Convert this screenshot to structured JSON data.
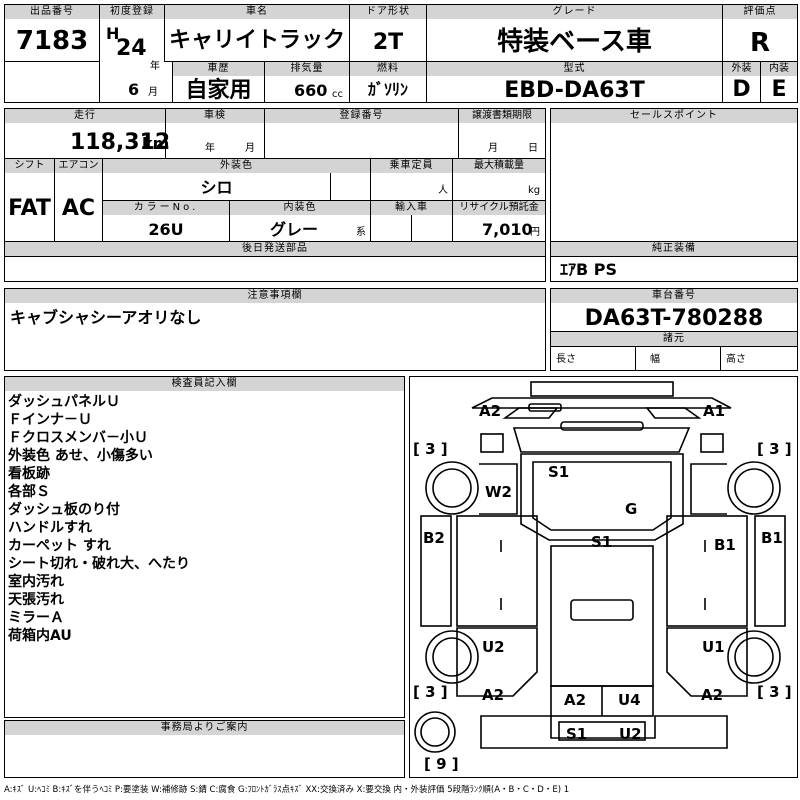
{
  "header": {
    "lot_label": "出品番号",
    "lot_no": "7183",
    "first_reg_label": "初度登録",
    "era": "H",
    "year": "24",
    "year_unit": "年",
    "month": "6",
    "month_unit": "月",
    "car_name_label": "車名",
    "car_name": "キャリイトラック",
    "door_label": "ドア形状",
    "door": "2T",
    "grade_label": "グレード",
    "grade": "特装ベース車",
    "score_label": "評価点",
    "score": "R",
    "history_label": "車歴",
    "history": "自家用",
    "displacement_label": "排気量",
    "displacement": "660",
    "displacement_unit": "cc",
    "fuel_label": "燃料",
    "fuel": "ｶﾞｿﾘﾝ",
    "model_label": "型式",
    "model": "EBD-DA63T",
    "exterior_label": "外装",
    "exterior": "D",
    "interior_label": "内装",
    "interior": "E"
  },
  "specs": {
    "mileage_label": "走行",
    "mileage": "118,312",
    "mileage_unit": "km",
    "inspection_label": "車検",
    "year_unit": "年",
    "month_unit": "月",
    "day_unit": "日",
    "reg_no_label": "登録番号",
    "transfer_label": "譲渡書類期限",
    "shift_label": "シフト",
    "shift": "FAT",
    "ac_label": "エアコン",
    "ac": "AC",
    "ext_color_label": "外装色",
    "ext_color": "シロ",
    "capacity_label": "乗車定員",
    "capacity_unit": "人",
    "max_load_label": "最大積載量",
    "max_load_unit": "kg",
    "color_no_label": "カラーNo.",
    "color_no": "26U",
    "int_color_label": "内装色",
    "int_color": "グレー",
    "int_color_unit": "系",
    "import_label": "輸入車",
    "recycle_label": "リサイクル預託金",
    "recycle": "7,010",
    "recycle_unit": "円",
    "later_parts_label": "後日発送部品"
  },
  "sales_point_label": "セールスポイント",
  "equipment_label": "純正装備",
  "equipment": "ｴｱB PS",
  "caution_label": "注意事項欄",
  "caution": "キャブシャシーアオリなし",
  "chassis_label": "車台番号",
  "chassis": "DA63T-780288",
  "dims_label": "諸元",
  "length_label": "長さ",
  "width_label": "幅",
  "height_label": "高さ",
  "inspector_label": "検査員記入欄",
  "inspector_notes": [
    "ダッシュパネルＵ",
    "Ｆインナ－Ｕ",
    "Ｆクロスメンバ－小Ｕ",
    "外装色 あせ、小傷多い",
    "看板跡",
    "各部Ｓ",
    "ダッシュ板のり付",
    "ハンドルすれ",
    "カーペット すれ",
    "シート切れ・破れ大、へたり",
    "室内汚れ",
    "天張汚れ",
    "ミラーＡ",
    "荷箱内AU"
  ],
  "office_label": "事務局よりご案内",
  "diagram": {
    "marks": {
      "a2_tl": "A2",
      "a1_tr": "A1",
      "s1_cab": "S1",
      "w2": "W2",
      "g": "G",
      "b2": "B2",
      "s1_mid": "S1",
      "b1": "B1",
      "b1_r": "B1",
      "u2_l": "U2",
      "u1_r": "U1",
      "a2_bl": "A2",
      "a2_br": "A2",
      "a2_bc": "A2",
      "u4": "U4",
      "s1_bot": "S1",
      "u2_bot": "U2"
    },
    "brackets": {
      "tl": "[ 3 ]",
      "tr": "[ 3 ]",
      "bl": "[ 3 ]",
      "br": "[ 3 ]",
      "bottom": "[ 9 ]"
    }
  },
  "legend": "A:ｷｽﾞ U:ﾍｺﾐ B:ｷｽﾞを伴うﾍｺﾐ P:要塗装 W:補修跡 S:錆 C:腐食 G:ﾌﾛﾝﾄｶﾞﾗｽ点ｷｽﾞ XX:交換済み X:要交換 内・外装評価 5段階ﾗﾝｸ順(A・B・C・D・E) 1"
}
